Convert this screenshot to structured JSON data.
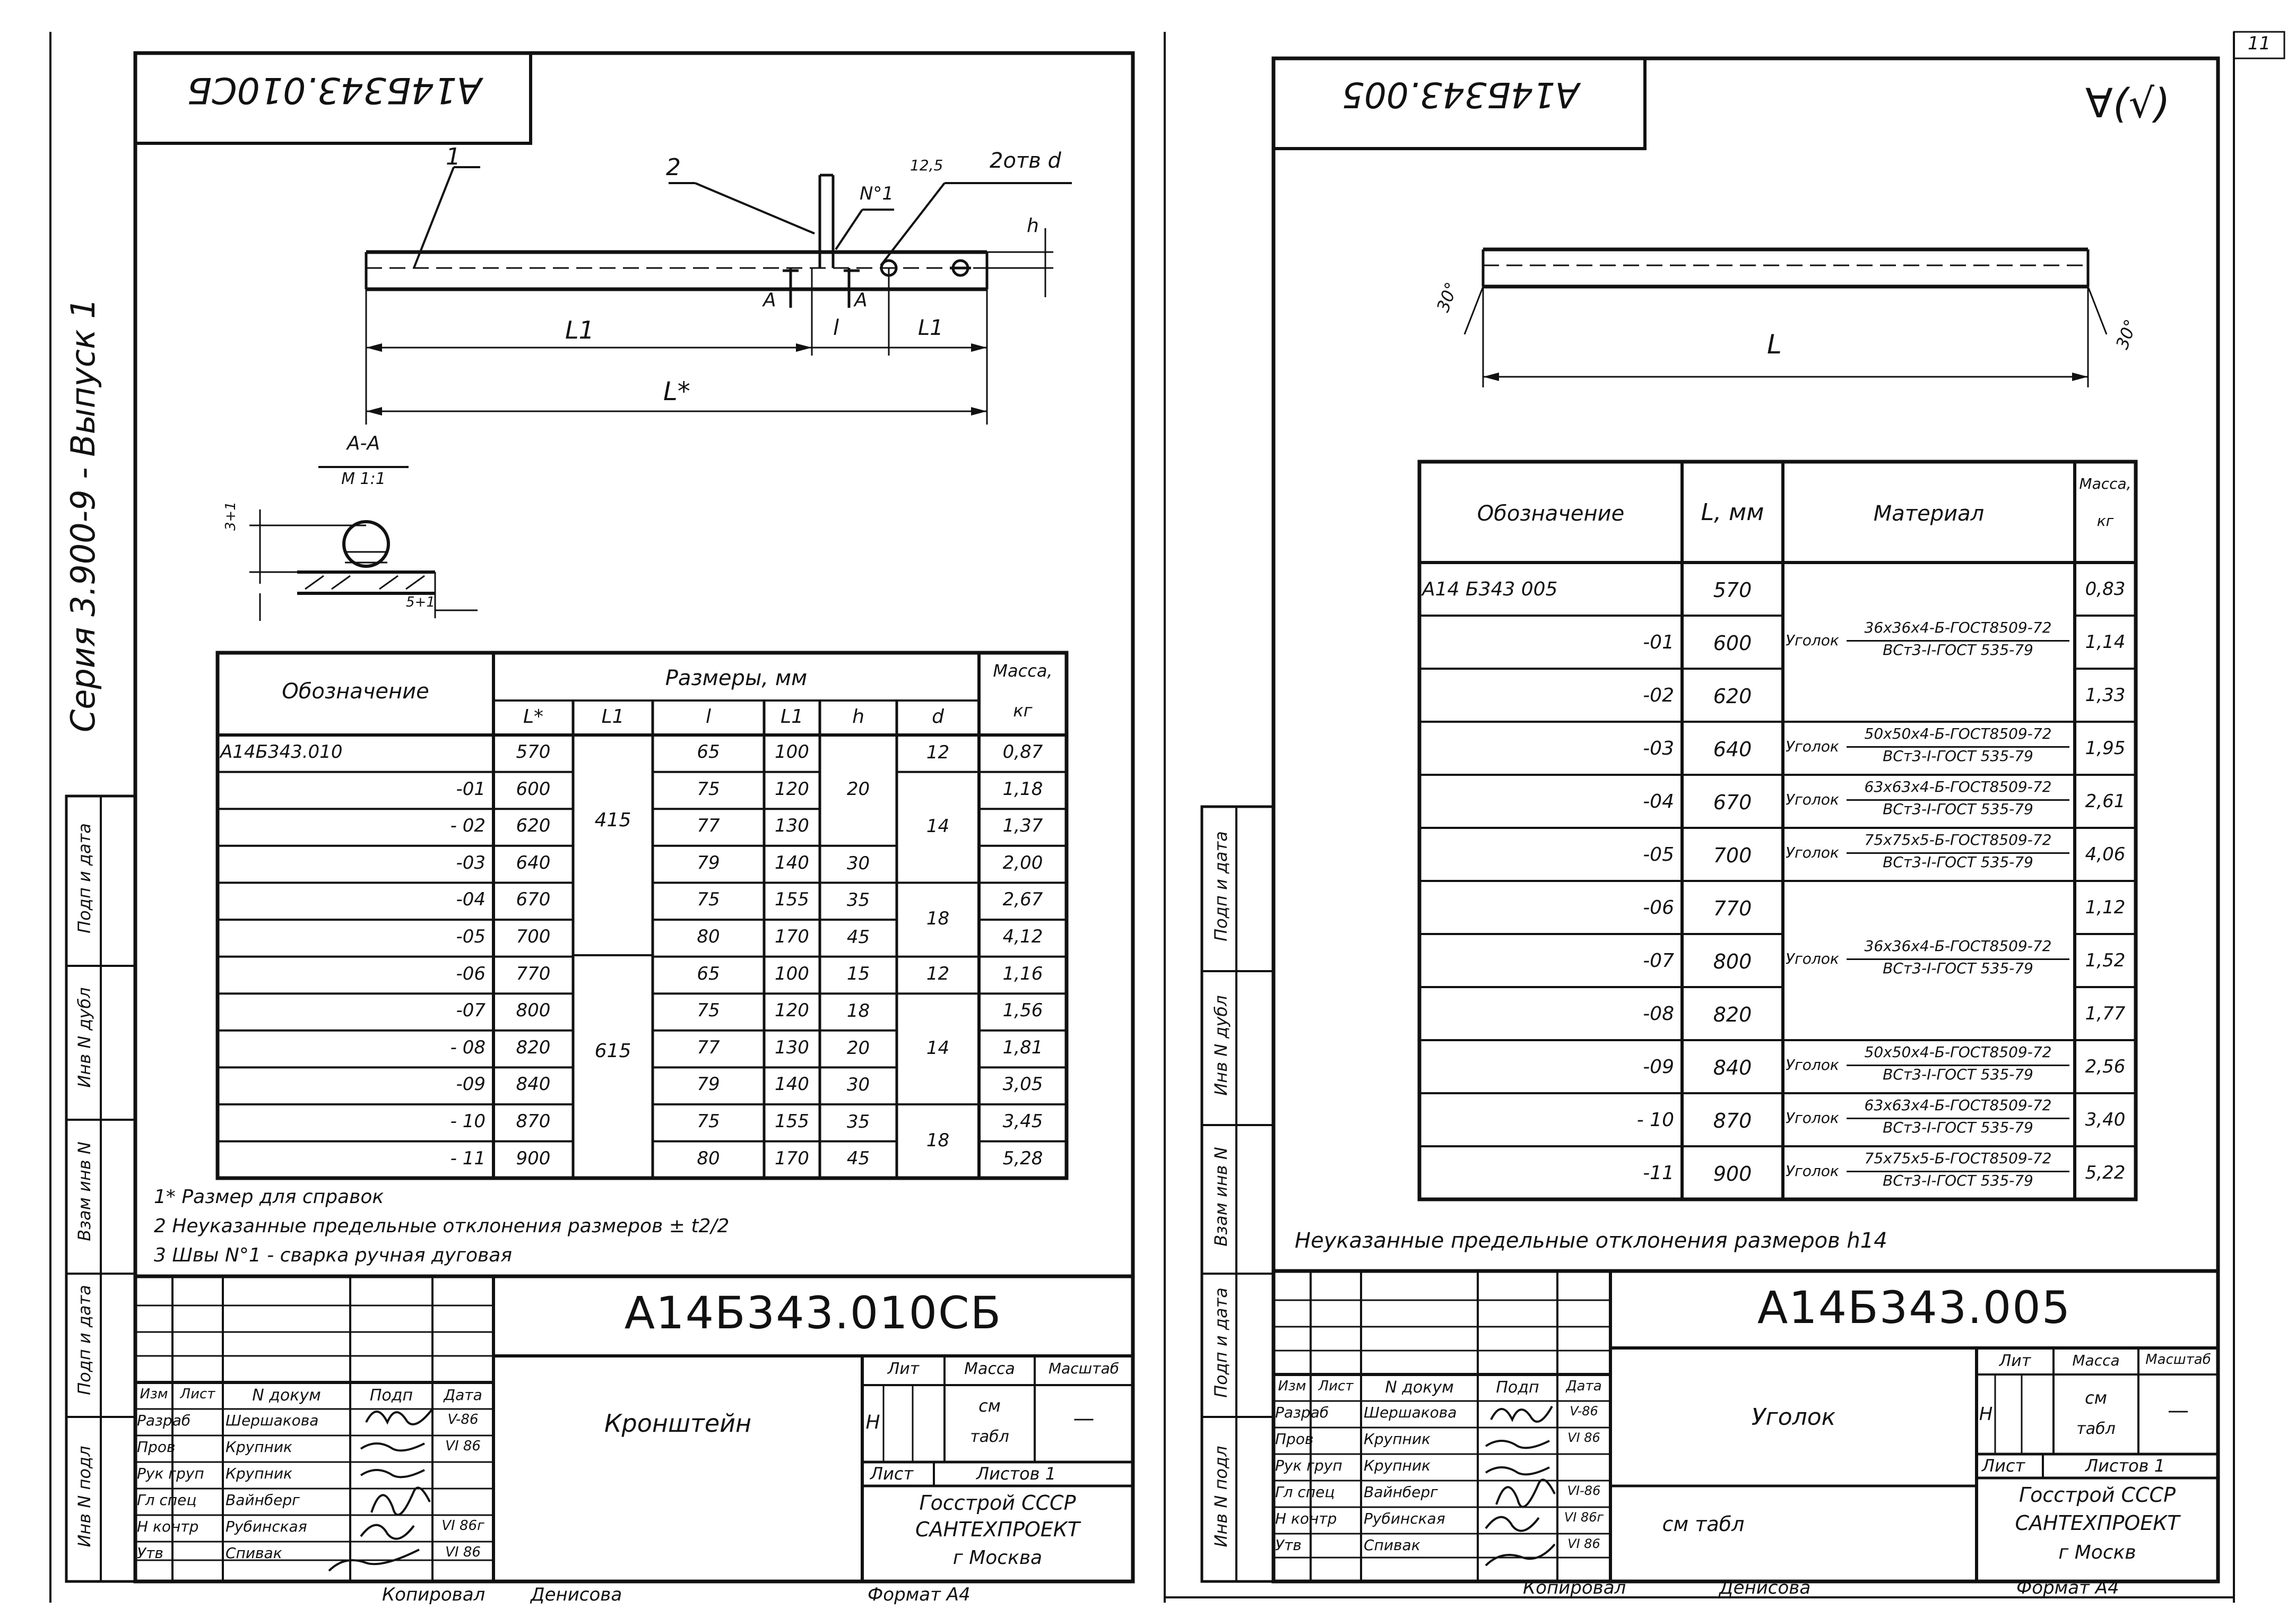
{
  "page_number": "11",
  "left": {
    "corner_code": "А14Б343.010СБ",
    "series_label": "Серия 3.900-9 - Выпуск 1",
    "drawing": {
      "callout_1": "1",
      "callout_2": "2",
      "weld_mark": "N°1",
      "rough": "12,5",
      "holes": "2отв d",
      "h": "h",
      "A_left": "A",
      "A_right": "A",
      "dim_L1_left": "L1",
      "dim_l": "l",
      "dim_L1_right": "L1",
      "dim_L": "L*",
      "section_title": "А-А",
      "section_scale": "М 1:1",
      "section_dim_3": "3+1",
      "section_dim_5": "5+1"
    },
    "table": {
      "h_designation": "Обозначение",
      "h_sizes": "Размеры, мм",
      "h_mass": "Масса,",
      "h_mass_unit": "кг",
      "sub": [
        "L*",
        "L1",
        "l",
        "L1",
        "h",
        "d"
      ],
      "rows": [
        {
          "des": "А14Б343.010",
          "L": "570",
          "l": "65",
          "L1": "100",
          "mass": "0,87"
        },
        {
          "des": "-01",
          "L": "600",
          "l": "75",
          "L1": "120",
          "mass": "1,18"
        },
        {
          "des": "- 02",
          "L": "620",
          "l": "77",
          "L1": "130",
          "mass": "1,37"
        },
        {
          "des": "-03",
          "L": "640",
          "l": "79",
          "L1": "140",
          "mass": "2,00"
        },
        {
          "des": "-04",
          "L": "670",
          "l": "75",
          "L1": "155",
          "mass": "2,67"
        },
        {
          "des": "-05",
          "L": "700",
          "l": "80",
          "L1": "170",
          "mass": "4,12"
        },
        {
          "des": "-06",
          "L": "770",
          "l": "65",
          "L1": "100",
          "mass": "1,16"
        },
        {
          "des": "-07",
          "L": "800",
          "l": "75",
          "L1": "120",
          "mass": "1,56"
        },
        {
          "des": "- 08",
          "L": "820",
          "l": "77",
          "L1": "130",
          "mass": "1,81"
        },
        {
          "des": "-09",
          "L": "840",
          "l": "79",
          "L1": "140",
          "mass": "3,05"
        },
        {
          "des": "- 10",
          "L": "870",
          "l": "75",
          "L1": "155",
          "mass": "3,45"
        },
        {
          "des": "- 11",
          "L": "900",
          "l": "80",
          "L1": "170",
          "mass": "5,28"
        }
      ],
      "L1a_top": "415",
      "L1a_bottom": "615",
      "h_vals": [
        "20",
        "30",
        "35",
        "45",
        "15",
        "18",
        "20",
        "30",
        "35",
        "45"
      ],
      "d_vals": [
        "12",
        "14",
        "18",
        "12",
        "14",
        "18"
      ]
    },
    "notes": [
      "1* Размер для справок",
      "2 Неуказанные предельные отклонения размеров ± t2/2",
      "3 Швы N°1 - сварка ручная дуговая"
    ],
    "stamp": {
      "code": "А14Б343.010СБ",
      "name": "Кронштейн",
      "h_izm": "Изм",
      "h_list": "Лист",
      "h_ndoc": "N докум",
      "h_podp": "Подп",
      "h_data": "Дата",
      "people": [
        {
          "role": "Разраб",
          "name": "Шершакова",
          "date": "V-86"
        },
        {
          "role": "Пров",
          "name": "Крупник",
          "date": "VI 86"
        },
        {
          "role": "Рук груп",
          "name": "Крупник",
          "date": ""
        },
        {
          "role": "Гл спец",
          "name": "Вайнберг",
          "date": ""
        },
        {
          "role": "Н контр",
          "name": "Рубинская",
          "date": "VI 86г"
        },
        {
          "role": "Утв",
          "name": "Спивак",
          "date": "VI 86"
        }
      ],
      "lit_h": "Лит",
      "mass_h": "Масса",
      "scale_h": "Масштаб",
      "lit_val": "Н",
      "mass_val_1": "см",
      "mass_val_2": "табл",
      "scale_val": "—",
      "sheet": "Лист",
      "sheets": "Листов 1",
      "org_1": "Госстрой СССР",
      "org_2": "САНТЕХПРОЕКТ",
      "org_3": "г Москва"
    },
    "side_labels": [
      "Подп и дата",
      "Инв N дубл",
      "Взам инв N",
      "Подп и дата",
      "Инв N подл"
    ],
    "copied": "Копировал",
    "copier": "Денисова",
    "format": "Формат А4"
  },
  "right": {
    "corner_code": "А14Б343.005",
    "rough_mark": "∀(√)",
    "drawing": {
      "cut_left": "30°",
      "cut_right": "30°",
      "dim_L": "L"
    },
    "table": {
      "h_designation": "Обозначение",
      "h_L": "L, мм",
      "h_material": "Материал",
      "h_mass": "Масса,",
      "h_mass_unit": "кг",
      "rows": [
        {
          "des": "А14 Б343 005",
          "L": "570",
          "mass": "0,83"
        },
        {
          "des": "-01",
          "L": "600",
          "mass": "1,14"
        },
        {
          "des": "-02",
          "L": "620",
          "mass": "1,33"
        },
        {
          "des": "-03",
          "L": "640",
          "mass": "1,95"
        },
        {
          "des": "-04",
          "L": "670",
          "mass": "2,61"
        },
        {
          "des": "-05",
          "L": "700",
          "mass": "4,06"
        },
        {
          "des": "-06",
          "L": "770",
          "mass": "1,12"
        },
        {
          "des": "-07",
          "L": "800",
          "mass": "1,52"
        },
        {
          "des": "-08",
          "L": "820",
          "mass": "1,77"
        },
        {
          "des": "-09",
          "L": "840",
          "mass": "2,56"
        },
        {
          "des": "- 10",
          "L": "870",
          "mass": "3,40"
        },
        {
          "des": "-11",
          "L": "900",
          "mass": "5,22"
        }
      ],
      "materials": [
        {
          "prefix": "Уголок",
          "top": "36х36х4-Б-ГОСТ8509-72",
          "bot": "ВСт3-I-ГОСТ 535-79"
        },
        {
          "prefix": "Уголок",
          "top": "50х50х4-Б-ГОСТ8509-72",
          "bot": "ВСт3-I-ГОСТ 535-79"
        },
        {
          "prefix": "Уголок",
          "top": "63х63х4-Б-ГОСТ8509-72",
          "bot": "ВСт3-I-ГОСТ 535-79"
        },
        {
          "prefix": "Уголок",
          "top": "75х75х5-Б-ГОСТ8509-72",
          "bot": "ВСт3-I-ГОСТ 535-79"
        },
        {
          "prefix": "Уголок",
          "top": "36х36х4-Б-ГОСТ8509-72",
          "bot": "ВСт3-I-ГОСТ 535-79"
        },
        {
          "prefix": "Уголок",
          "top": "50х50х4-Б-ГОСТ8509-72",
          "bot": "ВСт3-I-ГОСТ 535-79"
        },
        {
          "prefix": "Уголок",
          "top": "63х63х4-Б-ГОСТ8509-72",
          "bot": "ВСт3-I-ГОСТ 535-79"
        },
        {
          "prefix": "Уголок",
          "top": "75х75х5-Б-ГОСТ8509-72",
          "bot": "ВСт3-I-ГОСТ 535-79"
        }
      ]
    },
    "note": "Неуказанные предельные отклонения размеров h14",
    "stamp": {
      "code": "А14Б343.005",
      "name": "Уголок",
      "sub": "см табл",
      "h_izm": "Изм",
      "h_list": "Лист",
      "h_ndoc": "N докум",
      "h_podp": "Подп",
      "h_data": "Дата",
      "people": [
        {
          "role": "Разраб",
          "name": "Шершакова",
          "date": "V-86"
        },
        {
          "role": "Пров",
          "name": "Крупник",
          "date": "VI 86"
        },
        {
          "role": "Рук груп",
          "name": "Крупник",
          "date": ""
        },
        {
          "role": "Гл спец",
          "name": "Вайнберг",
          "date": "VI-86"
        },
        {
          "role": "Н контр",
          "name": "Рубинская",
          "date": "VI 86г"
        },
        {
          "role": "Утв",
          "name": "Спивак",
          "date": "VI 86"
        }
      ],
      "lit_h": "Лит",
      "mass_h": "Масса",
      "scale_h": "Масштаб",
      "lit_val": "Н",
      "mass_val_1": "см",
      "mass_val_2": "табл",
      "scale_val": "—",
      "sheet": "Лист",
      "sheets": "Листов 1",
      "org_1": "Госстрой СССР",
      "org_2": "САНТЕХПРОЕКТ",
      "org_3": "г Москв"
    },
    "side_labels": [
      "Подп и дата",
      "Инв N дубл",
      "Взам инв N",
      "Подп и дата",
      "Инв N подл"
    ],
    "copied": "Копировал",
    "copier": "Денисова",
    "format": "Формат А4"
  }
}
